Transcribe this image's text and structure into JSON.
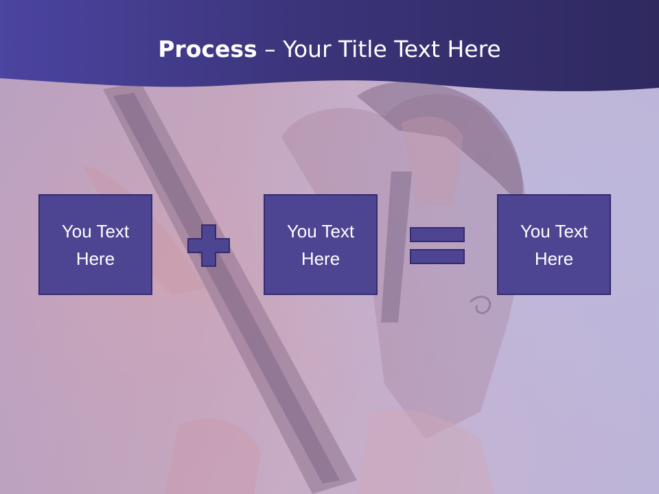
{
  "slide": {
    "title_bold": "Process",
    "title_rest": " – Your Title Text Here",
    "boxes": [
      {
        "label": "You Text Here"
      },
      {
        "label": "You Text Here"
      },
      {
        "label": "You Text Here"
      }
    ],
    "operators": [
      "plus-icon",
      "equals-icon"
    ]
  },
  "colors": {
    "header": "#3b3478",
    "box_fill": "#4d4592",
    "box_border": "#342a6e",
    "text": "#ffffff",
    "background_tint": "#c1a8c4"
  }
}
